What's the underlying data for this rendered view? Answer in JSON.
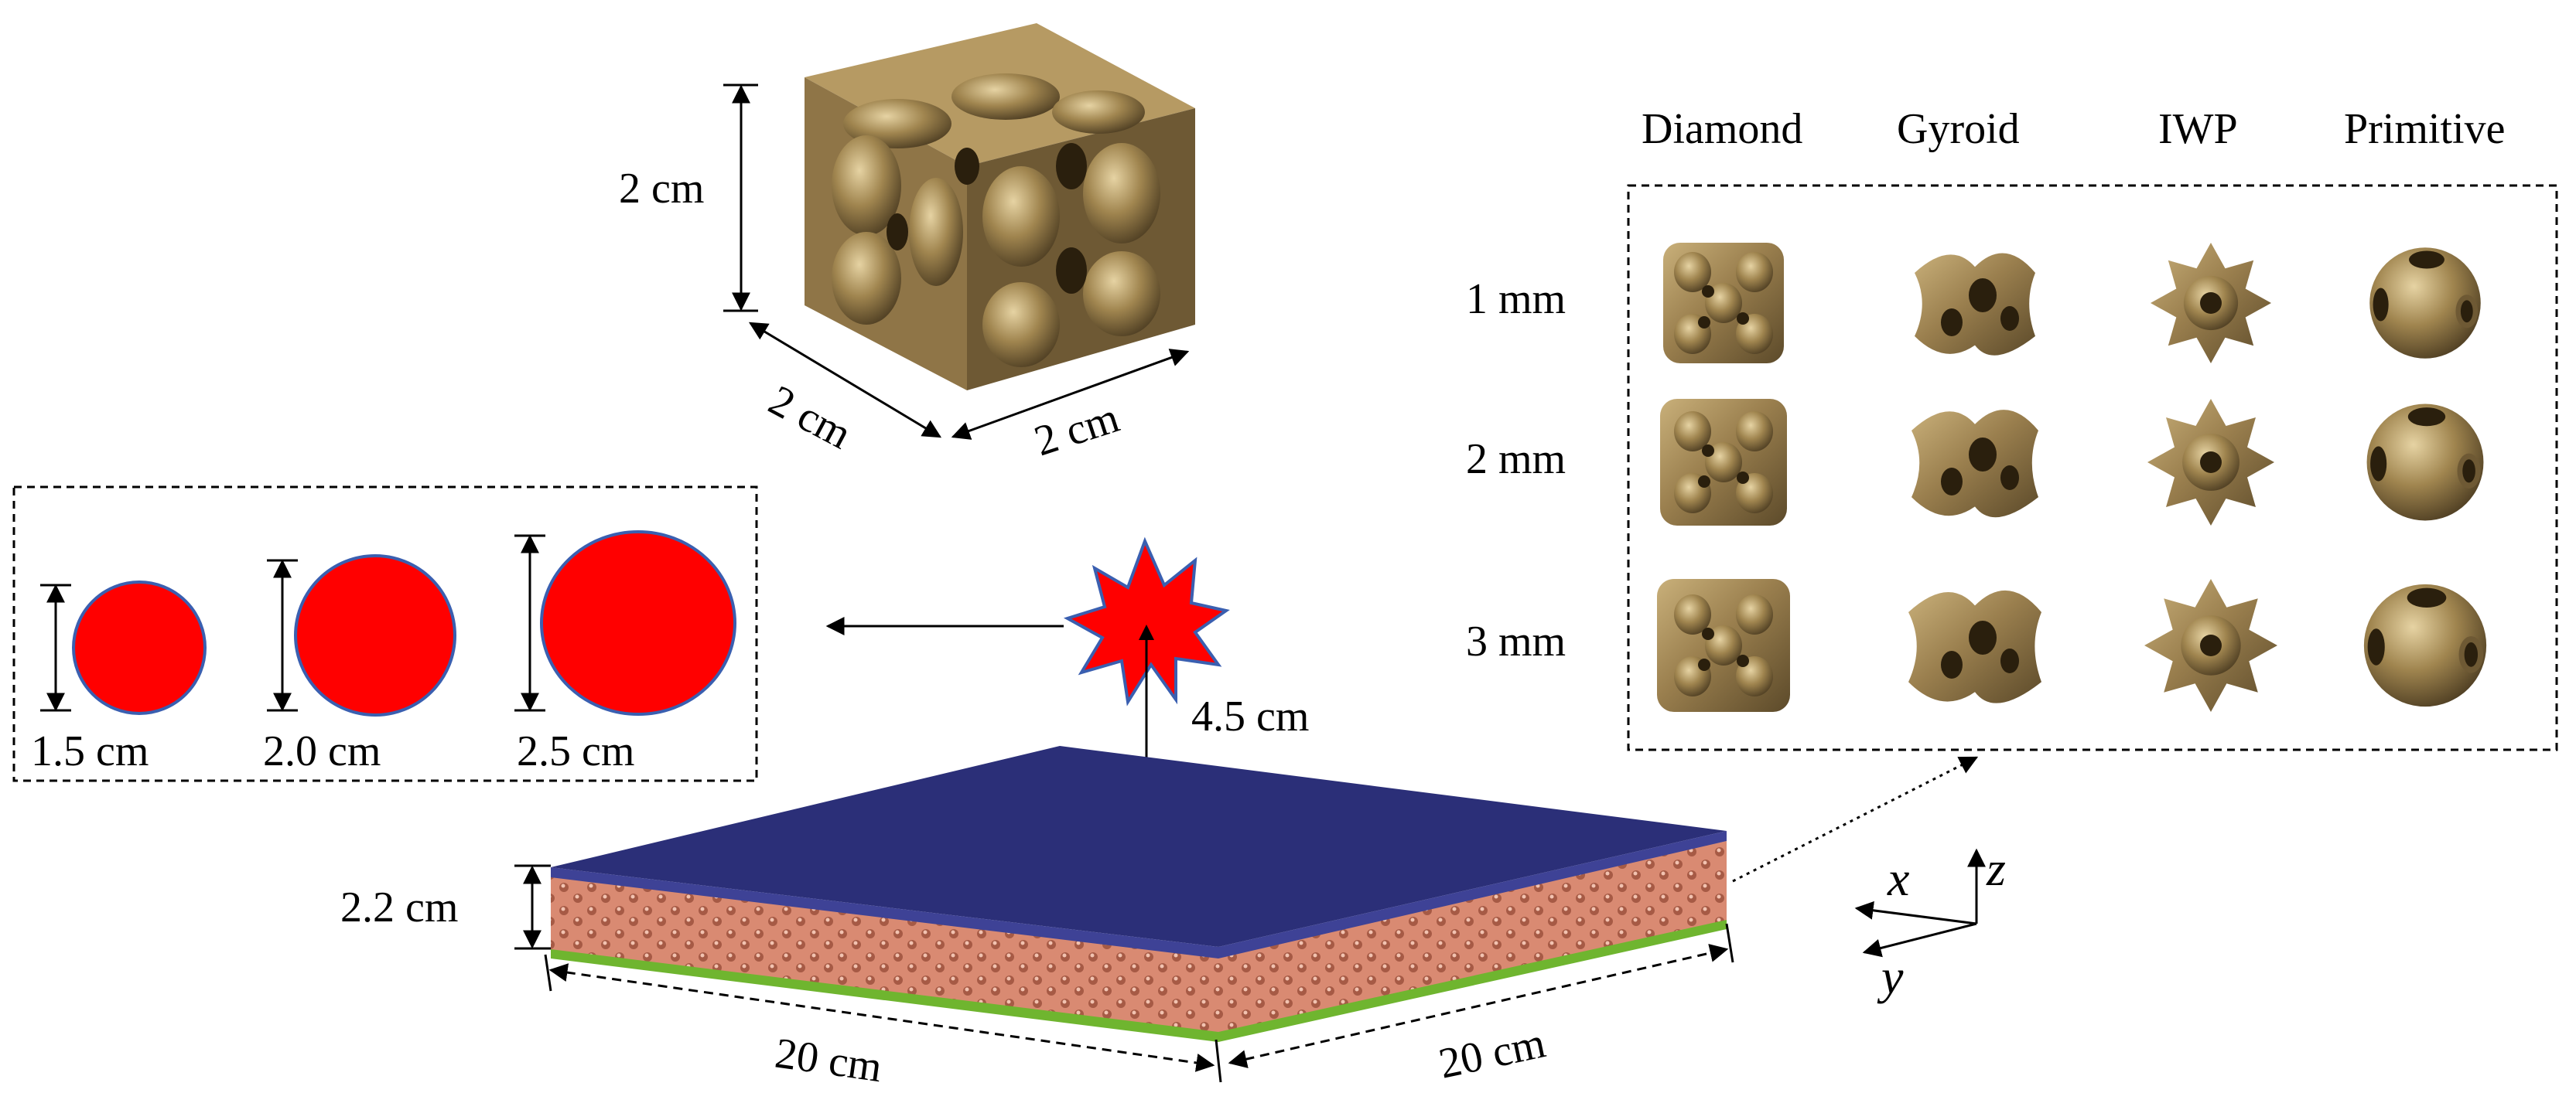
{
  "unit_cell": {
    "height_label": "2 cm",
    "depth_label": "2 cm",
    "width_label": "2 cm"
  },
  "projectiles": {
    "diameters": [
      "1.5 cm",
      "2.0 cm",
      "2.5 cm"
    ],
    "fill_color": "#ff0000",
    "outline_color": "#3a5fb0"
  },
  "standoff_label": "4.5 cm",
  "panel": {
    "thickness_label": "2.2 cm",
    "length_label": "20 cm",
    "width_label": "20 cm",
    "face_sheet_color": "#2b2f78",
    "core_color": "#d98a72",
    "back_sheet_color": "#6fb52f"
  },
  "axes": {
    "x": "x",
    "y": "y",
    "z": "z"
  },
  "tpms_grid": {
    "columns": [
      "Diamond",
      "Gyroid",
      "IWP",
      "Primitive"
    ],
    "rows": [
      "1 mm",
      "2 mm",
      "3 mm"
    ],
    "cell_color": "#9a7f4e"
  }
}
